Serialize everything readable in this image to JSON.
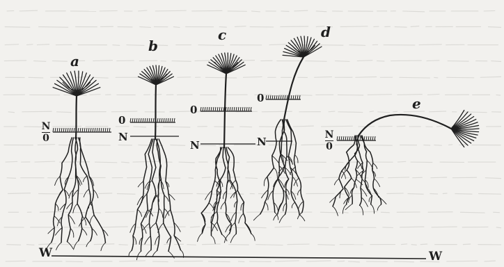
{
  "figure": {
    "plants": [
      {
        "letter": "a"
      },
      {
        "letter": "b"
      },
      {
        "letter": "c"
      },
      {
        "letter": "d"
      },
      {
        "letter": "e"
      }
    ],
    "level_labels": {
      "plant_a": {
        "top": "N",
        "bottom": "0"
      },
      "plant_b": {
        "upper": "0",
        "lower": "N"
      },
      "plant_c": {
        "upper": "0",
        "lower": "N"
      },
      "plant_d": {
        "upper": "0",
        "lower": "N"
      },
      "plant_e": {
        "top": "N",
        "bottom": "0"
      }
    },
    "baseline": {
      "left_label": "W",
      "right_label": "W"
    },
    "colors": {
      "ink": "#1f1f1f",
      "paper": "#f2f1ee",
      "bleed_text": "#c9c8c4"
    }
  }
}
